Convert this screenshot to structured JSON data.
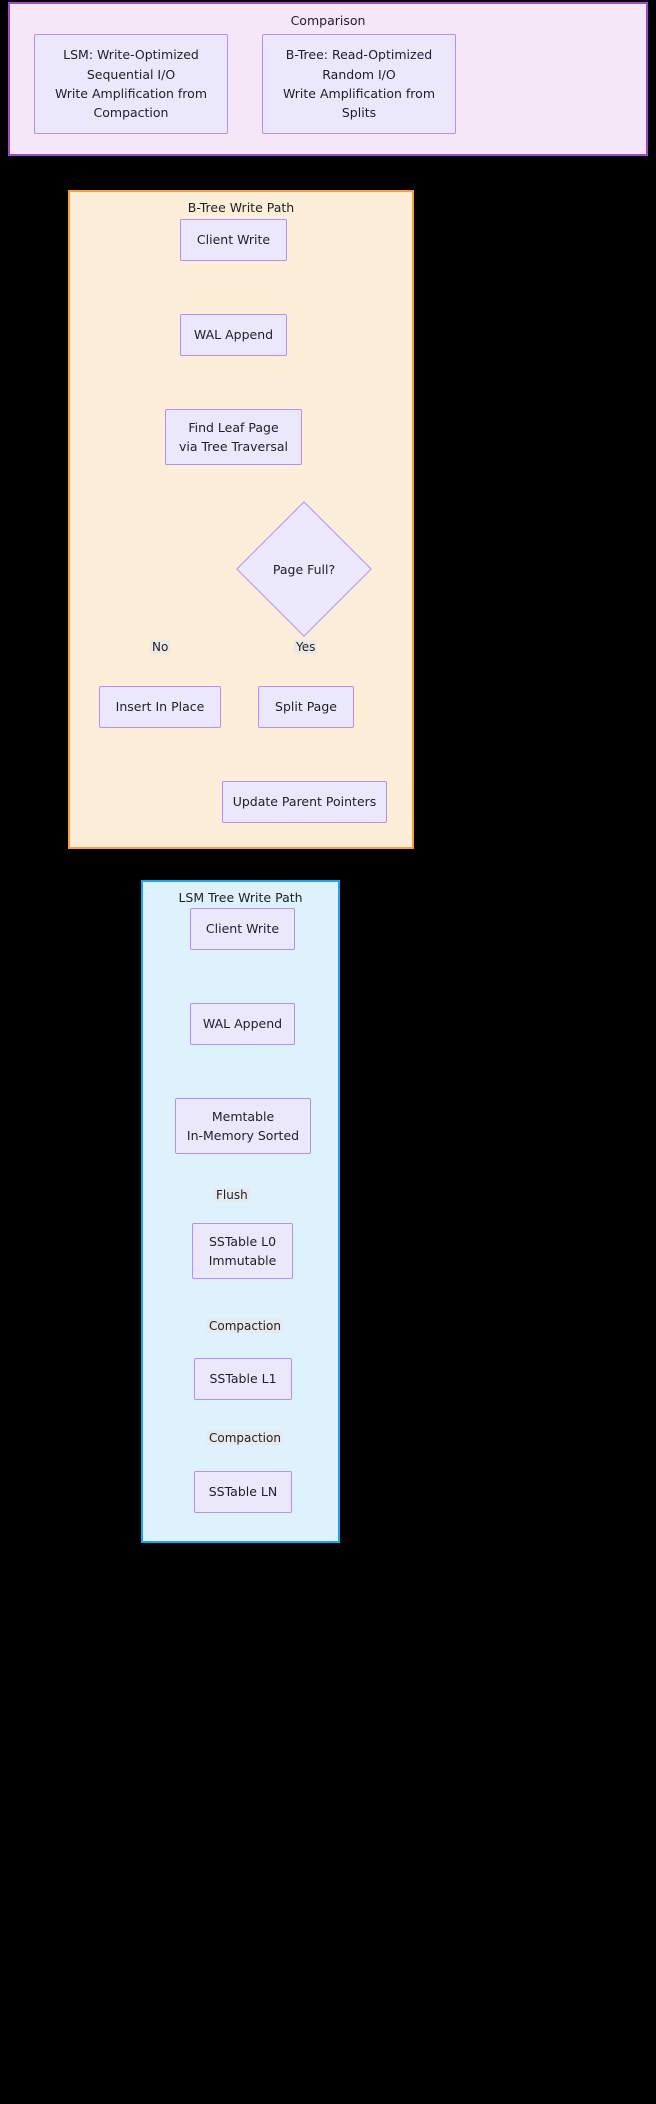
{
  "diagram": {
    "type": "flowchart",
    "background": "#000000",
    "groups": [
      {
        "id": "comparison",
        "title": "Comparison",
        "fill": "#f5e6f8",
        "stroke": "#9f4ad0"
      },
      {
        "id": "btree",
        "title": "B-Tree Write Path",
        "fill": "#fdeed9",
        "stroke": "#f8a13c"
      },
      {
        "id": "lsm",
        "title": "LSM Tree Write Path",
        "fill": "#ddf2fc",
        "stroke": "#1ba5ef"
      }
    ],
    "node_style": {
      "fill": "#ebe8fc",
      "stroke": "#b68ef0",
      "text": "#1f1f25"
    },
    "edge_style": {
      "stroke": "#4d4d4d"
    }
  },
  "comparison": {
    "title": "Comparison",
    "cards": [
      {
        "id": "cmp-lsm",
        "text": "LSM: Write-Optimized\nSequential I/O\nWrite Amplification from\nCompaction"
      },
      {
        "id": "cmp-btree",
        "text": "B-Tree: Read-Optimized\nRandom I/O\nWrite Amplification from\nSplits"
      }
    ]
  },
  "btree": {
    "title": "B-Tree Write Path",
    "nodes": {
      "client": "Client Write",
      "wal": "WAL Append",
      "findleaf": "Find Leaf Page\nvia Tree Traversal",
      "decision": "Page Full?",
      "insert": "Insert In Place",
      "split": "Split Page",
      "update": "Update Parent Pointers"
    },
    "edge_labels": {
      "no": "No",
      "yes": "Yes"
    }
  },
  "lsm": {
    "title": "LSM Tree Write Path",
    "nodes": {
      "client": "Client Write",
      "wal": "WAL Append",
      "memtable": "Memtable\nIn-Memory Sorted",
      "sstable_l0": "SSTable L0\nImmutable",
      "sstable_l1": "SSTable L1",
      "sstable_ln": "SSTable LN"
    },
    "edge_labels": {
      "flush": "Flush",
      "compaction_1": "Compaction",
      "compaction_2": "Compaction"
    }
  }
}
